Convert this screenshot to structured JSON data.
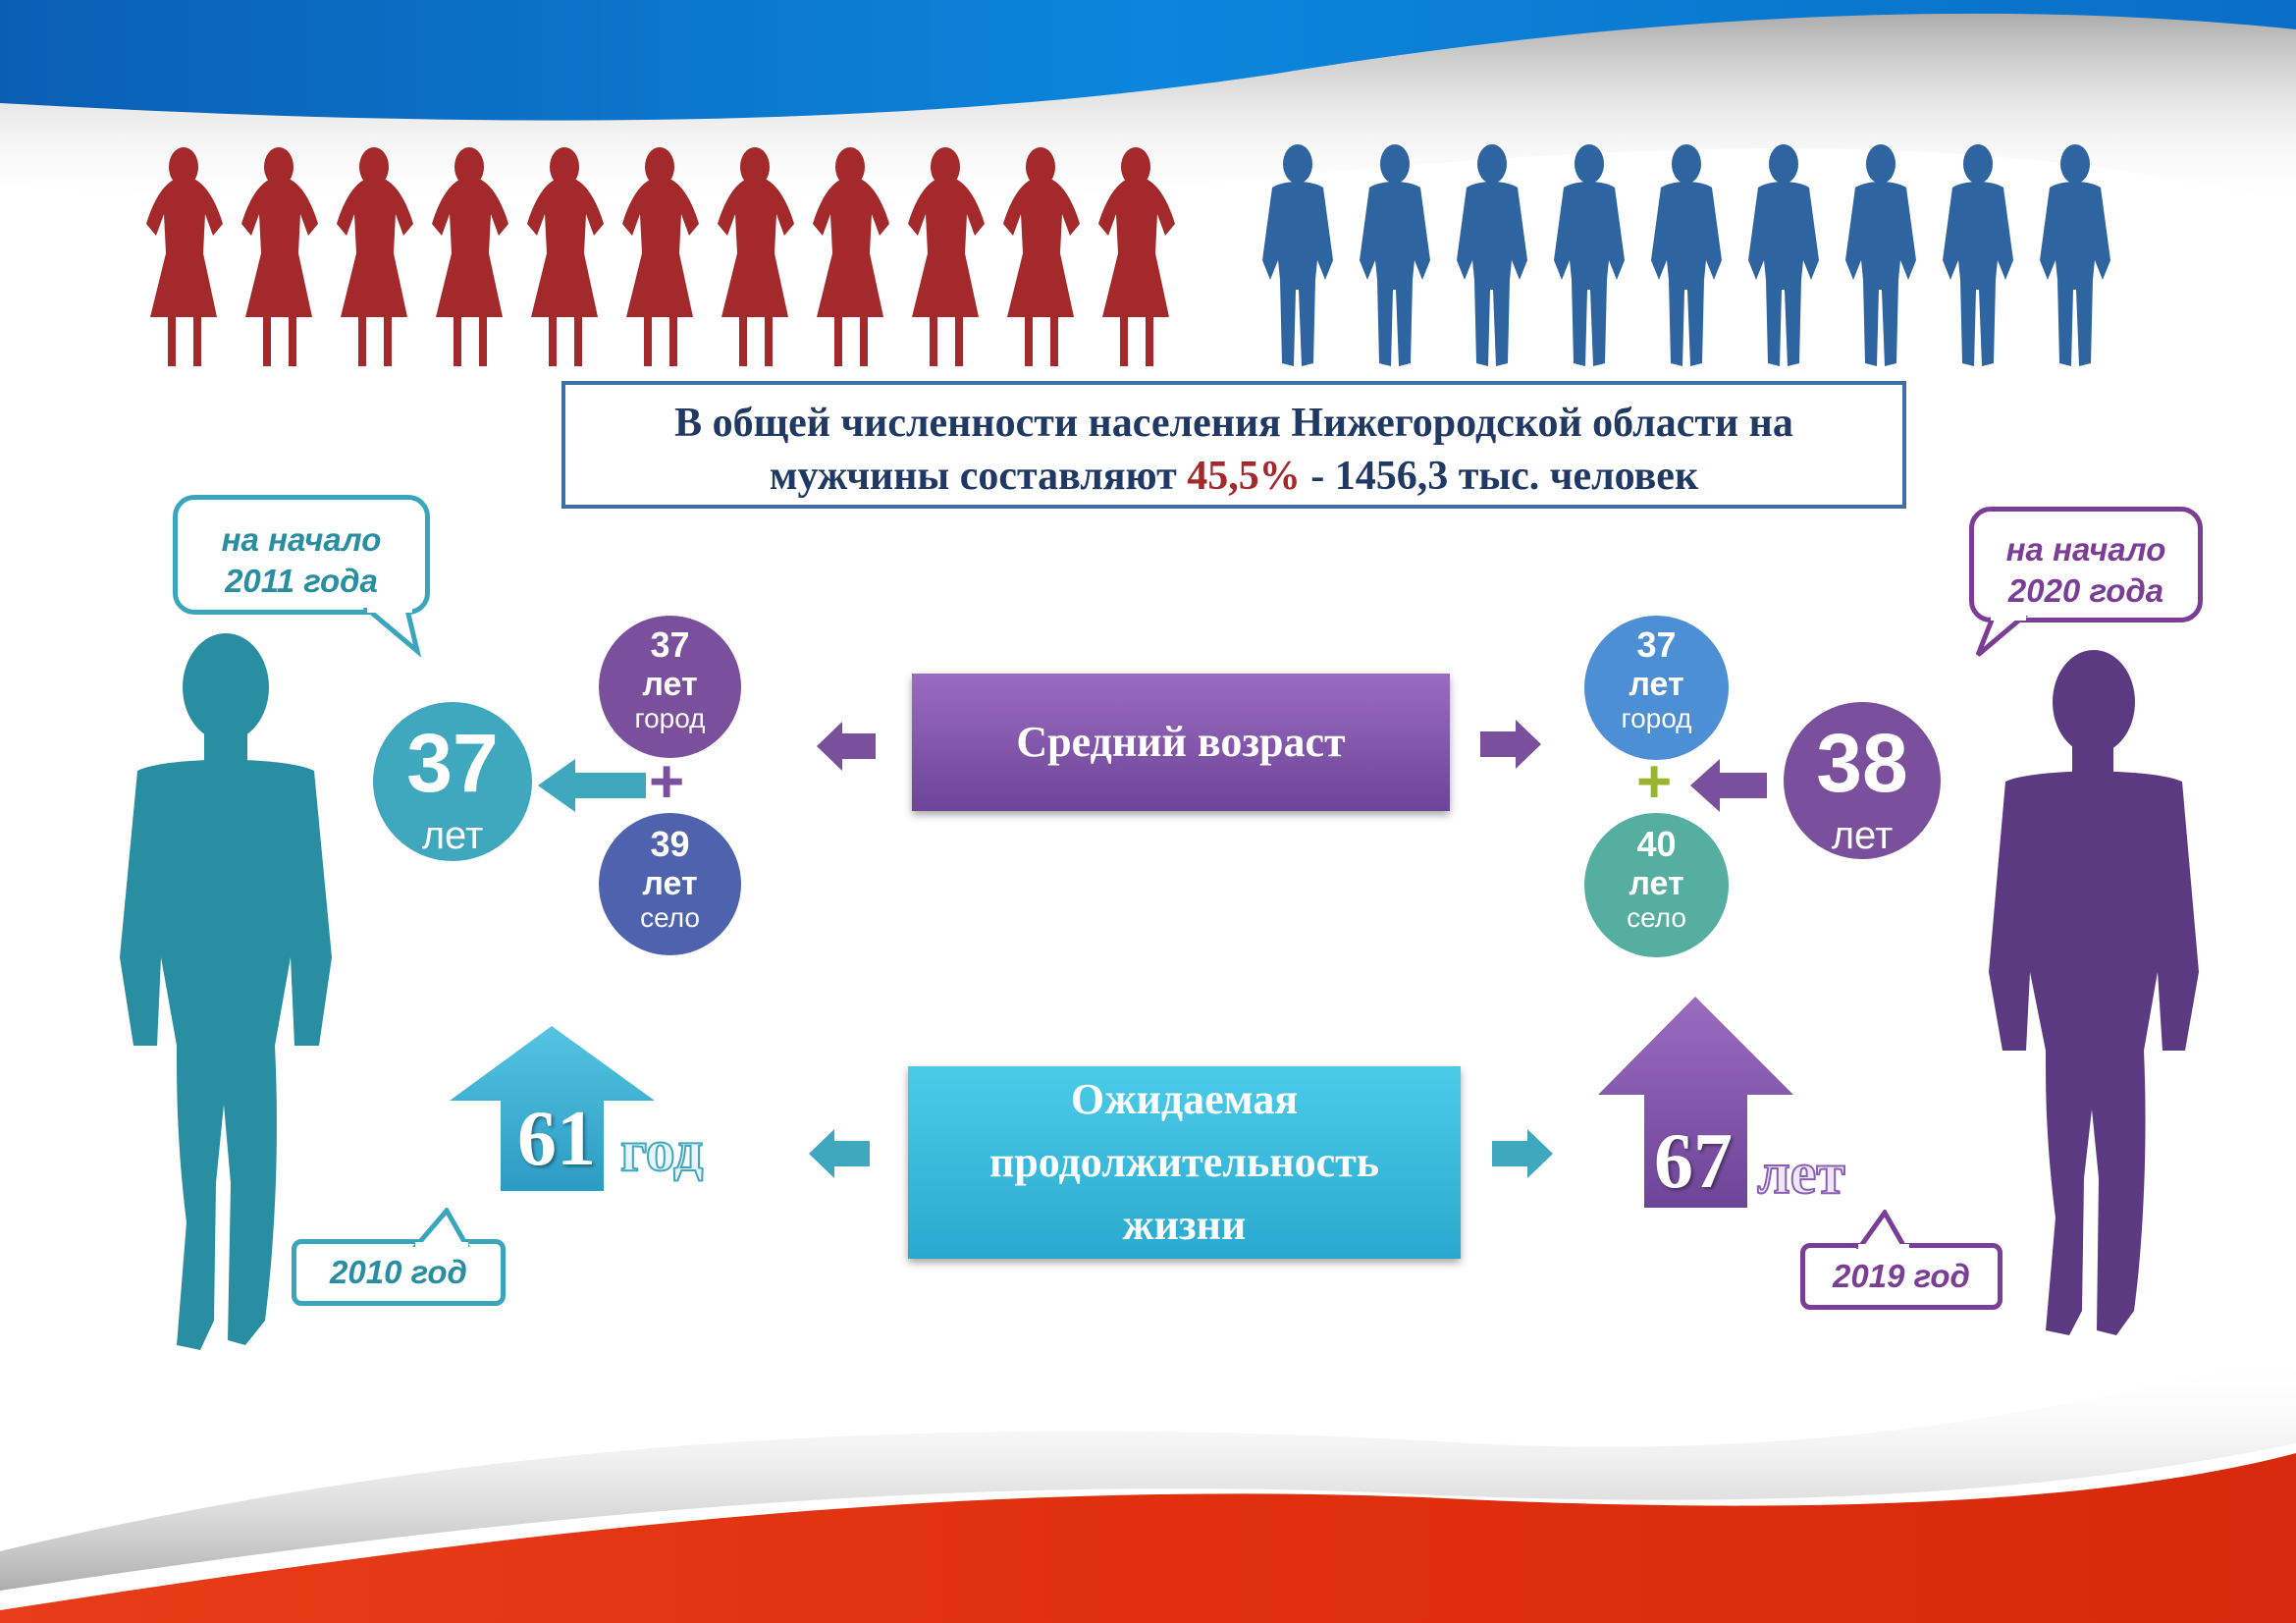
{
  "headline": {
    "line1": "В общей численности населения Нижегородской области на",
    "line2_prefix": "мужчины составляют ",
    "line2_percent": "45,5%",
    "line2_suffix": " - 1456,3 тыс. человек"
  },
  "left": {
    "callout_top_line1": "на начало",
    "callout_top_line2": "2011 года",
    "avg_age_num": "37",
    "avg_age_unit": "лет",
    "city": {
      "num": "37",
      "unit": "лет",
      "place": "город"
    },
    "village": {
      "num": "39",
      "unit": "лет",
      "place": "село"
    },
    "life_exp_num": "61",
    "life_exp_unit": "год",
    "callout_bottom": "2010 год"
  },
  "right": {
    "callout_top_line1": "на начало",
    "callout_top_line2": "2020 года",
    "avg_age_num": "38",
    "avg_age_unit": "лет",
    "city": {
      "num": "37",
      "unit": "лет",
      "place": "город"
    },
    "village": {
      "num": "40",
      "unit": "лет",
      "place": "село"
    },
    "life_exp_num": "67",
    "life_exp_unit": "лет",
    "callout_bottom": "2019 год"
  },
  "center": {
    "avg_age_label": "Средний возраст",
    "life_exp_line1": "Ожидаемая",
    "life_exp_line2": "продолжительность",
    "life_exp_line3": "жизни"
  },
  "icons": {
    "women_count": 11,
    "men_count": 9,
    "plus": "+"
  },
  "colors": {
    "female": "#a3292a",
    "male": "#2e64a0",
    "teal": "#2b8ea3",
    "purple": "#6a3c8e",
    "bg_blue": "#0a76c8",
    "bg_red": "#e2320f"
  }
}
